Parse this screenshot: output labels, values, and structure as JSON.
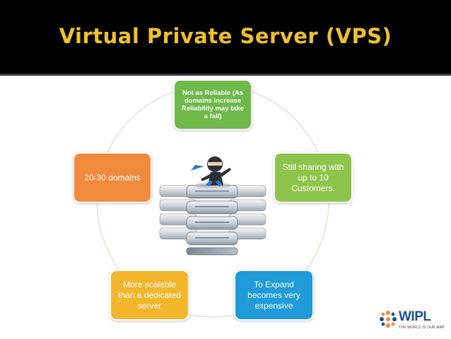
{
  "slide": {
    "title": "Virtual Private Server (VPS)"
  },
  "cycle": {
    "nodes": [
      {
        "id": "top",
        "text": "Not as Reliable (As domains increase Reliability may take a fall)",
        "color": "#6fb84a"
      },
      {
        "id": "right",
        "text": "Still sharing with up to 10 Customers.",
        "color": "#8fc44c"
      },
      {
        "id": "bottom-right",
        "text": "To Expand becomes very expensive",
        "color": "#1e9bd8"
      },
      {
        "id": "bottom-left",
        "text": "More scalable than a dedicated server",
        "color": "#f3b52c"
      },
      {
        "id": "left",
        "text": "20-30 domains",
        "color": "#f08a3c"
      }
    ]
  },
  "logo": {
    "name": "WIPL",
    "tagline": "THE WORLD IS OUR MAP",
    "colors": {
      "mark_orange": "#f08a3c",
      "mark_blue": "#1e4f8a"
    }
  },
  "illustration": {
    "icon": "ninja-on-server-stack-icon"
  }
}
